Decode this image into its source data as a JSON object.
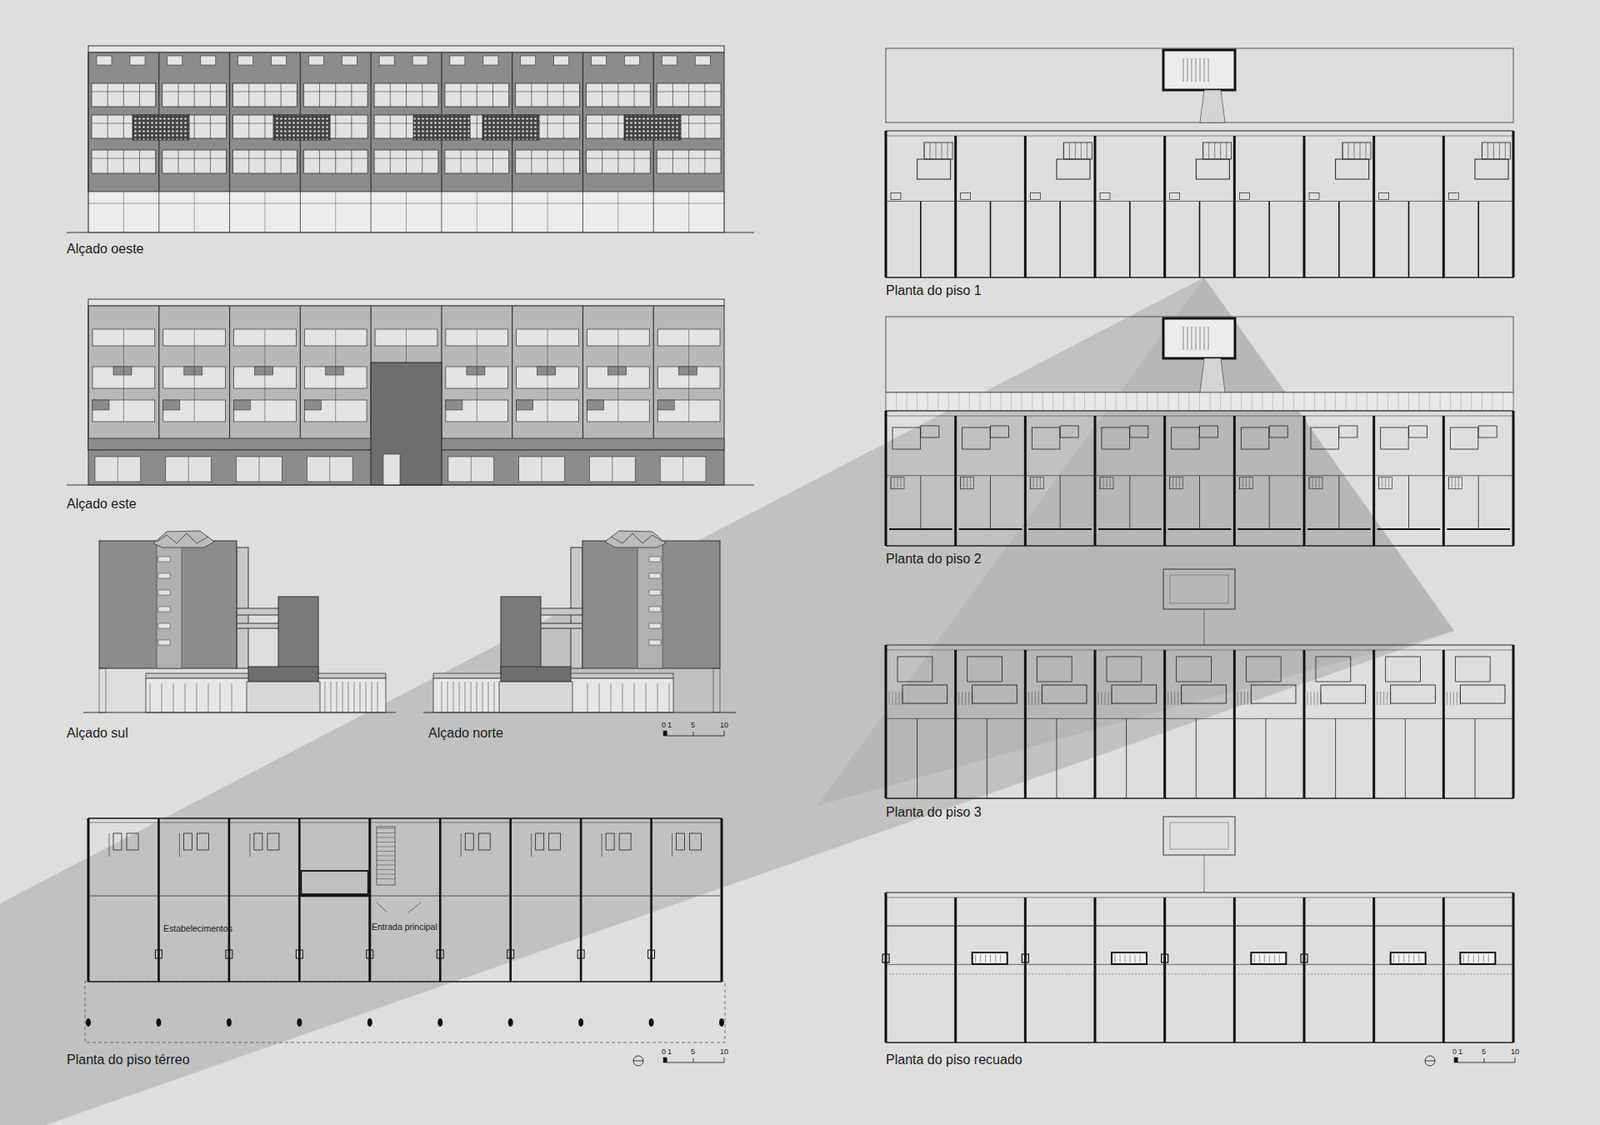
{
  "diagram": {
    "labels": [
      "Alçado oeste",
      "Alçado este",
      "Alçado sul",
      "Alçado norte",
      "0",
      "1",
      "5",
      "10",
      "Estabelecimentos",
      "Entrada principal",
      "Planta do piso térreo",
      "0",
      "1",
      "5",
      "10",
      "Planta do piso 1",
      "Planta do piso 2",
      "Planta do piso 3",
      "Planta do piso recuado",
      "0",
      "1",
      "5",
      "10"
    ]
  }
}
